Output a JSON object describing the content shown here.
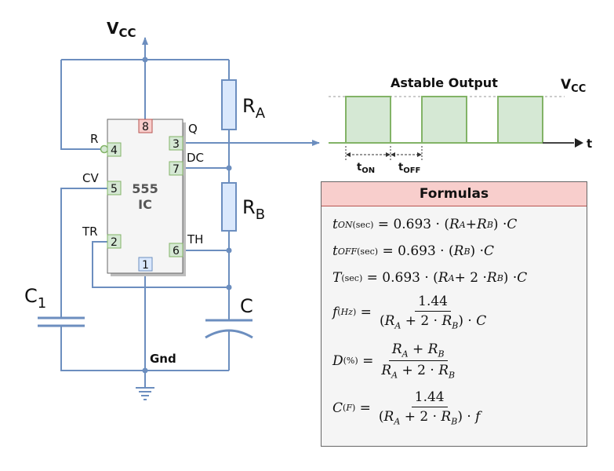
{
  "circuit": {
    "vcc_label": "V",
    "vcc_sub": "CC",
    "gnd_label": "Gnd",
    "ic_line1": "555",
    "ic_line2": "IC",
    "ra": {
      "main": "R",
      "sub": "A"
    },
    "rb": {
      "main": "R",
      "sub": "B"
    },
    "c1": {
      "main": "C",
      "sub": "1"
    },
    "c_label": "C",
    "pins": [
      {
        "num": "8",
        "label": ""
      },
      {
        "num": "4",
        "label": "R"
      },
      {
        "num": "3",
        "label": "Q"
      },
      {
        "num": "7",
        "label": "DC"
      },
      {
        "num": "5",
        "label": "CV"
      },
      {
        "num": "2",
        "label": "TR"
      },
      {
        "num": "6",
        "label": "TH"
      },
      {
        "num": "1",
        "label": ""
      }
    ],
    "colors": {
      "wire": "#6c8ebf",
      "resistor_fill": "#dae8fc",
      "ic_fill": "#f5f5f5",
      "pin_green": "#d5e8d4",
      "pin_green_stroke": "#82b366",
      "pin_red": "#f8cecc",
      "pin_red_stroke": "#b85450",
      "pin_blue": "#dae8fc"
    }
  },
  "waveform": {
    "title": "Astable Output",
    "vcc_label": "V",
    "vcc_sub": "CC",
    "t_axis_label": "t",
    "t_on": {
      "main": "t",
      "sub": "ON"
    },
    "t_off": {
      "main": "t",
      "sub": "OFF"
    },
    "colors": {
      "pulse_fill": "#d5e8d4",
      "pulse_stroke": "#82b366"
    }
  },
  "formulas": {
    "title": "Formulas",
    "header_color": "#f8cecc"
  }
}
